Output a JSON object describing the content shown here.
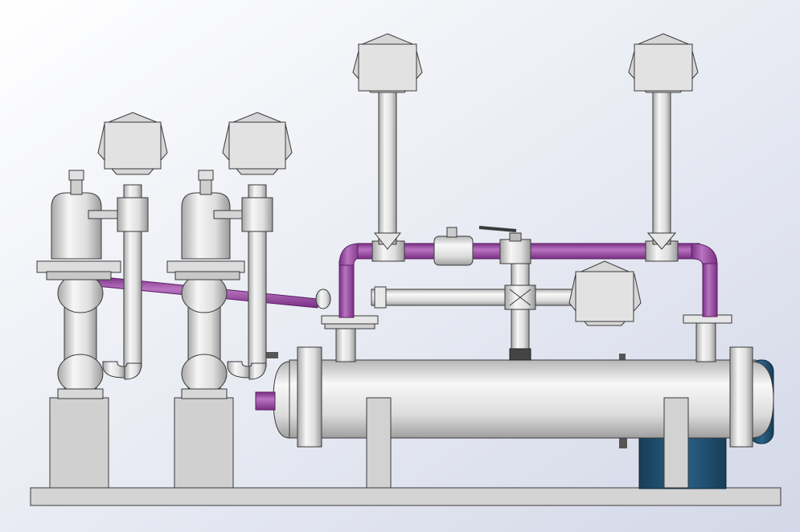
{
  "scene": {
    "background_light": "#ffffff",
    "background_dark": "#d3d8e8"
  },
  "colors": {
    "pipe_purple": "#8e3d96",
    "pipe_purple_light": "#b36fbb",
    "steel": "#dcdcdc",
    "steel_light": "#f7f7f7",
    "steel_dark": "#9a9a9a",
    "outline": "#3a3a3a",
    "pump_blue": "#1f4f6e",
    "gray_block": "#cfcfcf",
    "valve_handle": "#3a3a3a"
  },
  "components": {
    "base_frame": "base-frame",
    "heat_exchanger": "shell-and-tube-heat-exchanger",
    "motor": "blue-motor",
    "gauges": [
      "pressure-gauge-1",
      "pressure-gauge-2",
      "pressure-gauge-3",
      "pressure-gauge-4",
      "pressure-gauge-5"
    ],
    "valves": [
      "ball-valve",
      "check-valve",
      "relief-valve-1",
      "relief-valve-2"
    ]
  }
}
